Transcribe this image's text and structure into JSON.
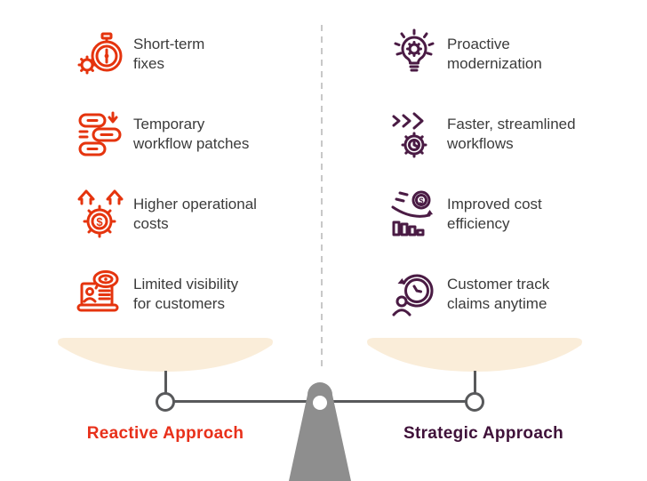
{
  "diagram_title": "Reactive vs Strategic approach balance scale",
  "columns": {
    "left": {
      "name": "Reactive Approach side",
      "items": [
        {
          "icon": "stopwatch-gear-icon",
          "label": "Short-term\nfixes"
        },
        {
          "icon": "workflow-patches-icon",
          "label": "Temporary\nworkflow patches"
        },
        {
          "icon": "rising-costs-icon",
          "label": "Higher operational\ncosts"
        },
        {
          "icon": "laptop-visibility-icon",
          "label": "Limited visibility\nfor customers"
        }
      ]
    },
    "right": {
      "name": "Strategic Approach side",
      "items": [
        {
          "icon": "lightbulb-gear-icon",
          "label": "Proactive\nmodernization"
        },
        {
          "icon": "speed-workflow-icon",
          "label": "Faster, streamlined\nworkflows"
        },
        {
          "icon": "cost-decline-icon",
          "label": "Improved cost\nefficiency"
        },
        {
          "icon": "customer-clock-icon",
          "label": "Customer track\nclaims anytime"
        }
      ]
    }
  },
  "scale": {
    "left_label": "Reactive Approach",
    "right_label": "Strategic Approach"
  },
  "colors": {
    "reactive_accent": "#E5340E",
    "strategic_accent": "#4A1B44",
    "reactive_label": "#E8301A",
    "strategic_label": "#3F1139",
    "item_text": "#3B3B3B",
    "pan_fill": "#FAEDD9",
    "beam_gray": "#58595B",
    "fulcrum_gray": "#8E8E8E",
    "divider_gray": "#C8C8C8",
    "background": "#FFFFFF"
  }
}
